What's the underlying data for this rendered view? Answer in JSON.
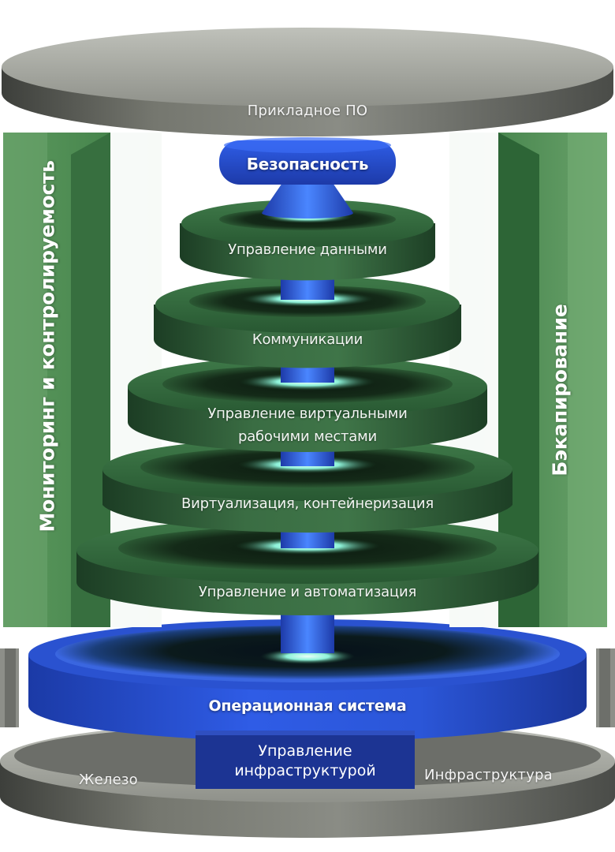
{
  "diagram": {
    "top_disc": "Прикладное ПО",
    "security": "Безопасность",
    "layers": {
      "data_management": "Управление данными",
      "communications": "Коммуникации",
      "vdi_line1": "Управление виртуальными",
      "vdi_line2": "рабочими местами",
      "virtualization": "Виртуализация, контейнеризация",
      "automation": "Управление и автоматизация"
    },
    "os": "Операционная система",
    "infra_mgmt_line1": "Управление",
    "infra_mgmt_line2": "инфраструктурой",
    "hardware": "Железо",
    "infrastructure": "Инфраструктура",
    "left_column": "Мониторинг и контролируемость",
    "right_column": "Бэкапирование"
  },
  "colors": {
    "green_dark": "#234e2f",
    "green_mid": "#3a7044",
    "green_panel": "#4a8a4f",
    "blue": "#2c56d8",
    "blue_dark": "#1a3487",
    "gray": "#6f716c",
    "glow": "#9ff7e4"
  }
}
